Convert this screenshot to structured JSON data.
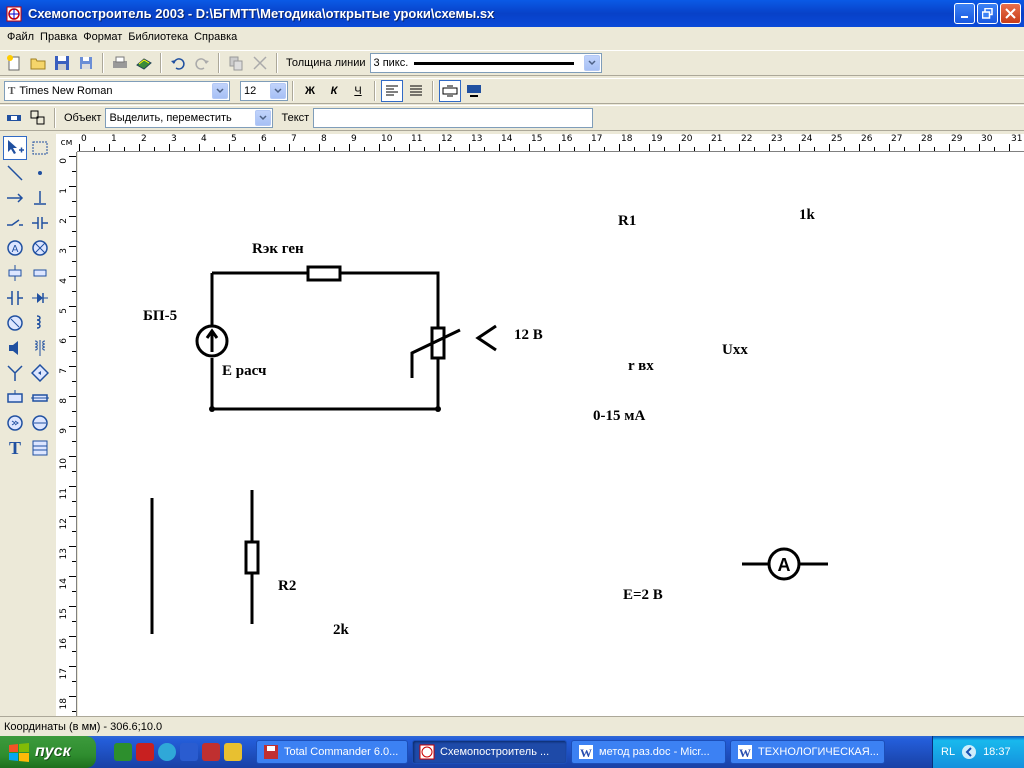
{
  "window": {
    "title": "Схемопостроитель 2003 - D:\\БГМТТ\\Методика\\открытые уроки\\схемы.sx"
  },
  "menu": [
    "Файл",
    "Правка",
    "Формат",
    "Библиотека",
    "Справка"
  ],
  "toolbar1": {
    "line_width_label": "Толщина линии",
    "line_width_value": "3 пикс."
  },
  "toolbar2": {
    "font_value": "Times New Roman",
    "size_value": "12",
    "bold": "Ж",
    "italic": "К",
    "underline": "Ч"
  },
  "toolbar3": {
    "object_label": "Объект",
    "object_value": "Выделить, переместить",
    "text_label": "Текст",
    "text_value": ""
  },
  "ruler": {
    "unit": "см",
    "h_ticks": [
      "0",
      "1",
      "2",
      "3",
      "4",
      "5",
      "6",
      "7",
      "8",
      "9",
      "10",
      "11",
      "12",
      "13",
      "14",
      "15",
      "16",
      "17",
      "18",
      "19",
      "20",
      "21",
      "22",
      "23",
      "24",
      "25",
      "26",
      "27",
      "28",
      "29",
      "30",
      "31"
    ],
    "v_ticks": [
      "0",
      "1",
      "2",
      "3",
      "4",
      "5",
      "6",
      "7",
      "8",
      "9",
      "10",
      "11",
      "12",
      "13",
      "14",
      "15",
      "16",
      "17",
      "18"
    ]
  },
  "schema": {
    "r_ek_gen": "Rэк ген",
    "bp5": "БП-5",
    "e_rasch": "E расч",
    "v12": "12 В",
    "r1": "R1",
    "k1": "1k",
    "uxx": "Uxx",
    "r_vx": "r  вх",
    "ma": "0-15 мА",
    "r2": "R2",
    "k2": "2k",
    "e2v": "E=2 В",
    "ammeter": "A"
  },
  "status": {
    "text": "Координаты (в мм) - 306.6;10.0"
  },
  "taskbar": {
    "start": "пуск",
    "tasks": [
      "Total Commander 6.0...",
      "Схемопостроитель ...",
      "метод раз.doc - Micr...",
      "ТЕХНОЛОГИЧЕСКАЯ..."
    ],
    "lang": "RL",
    "clock": "18:37"
  },
  "colors": {
    "title": "#0a5ae6",
    "taskbar": "#245edb",
    "start": "#2f8d2f"
  }
}
